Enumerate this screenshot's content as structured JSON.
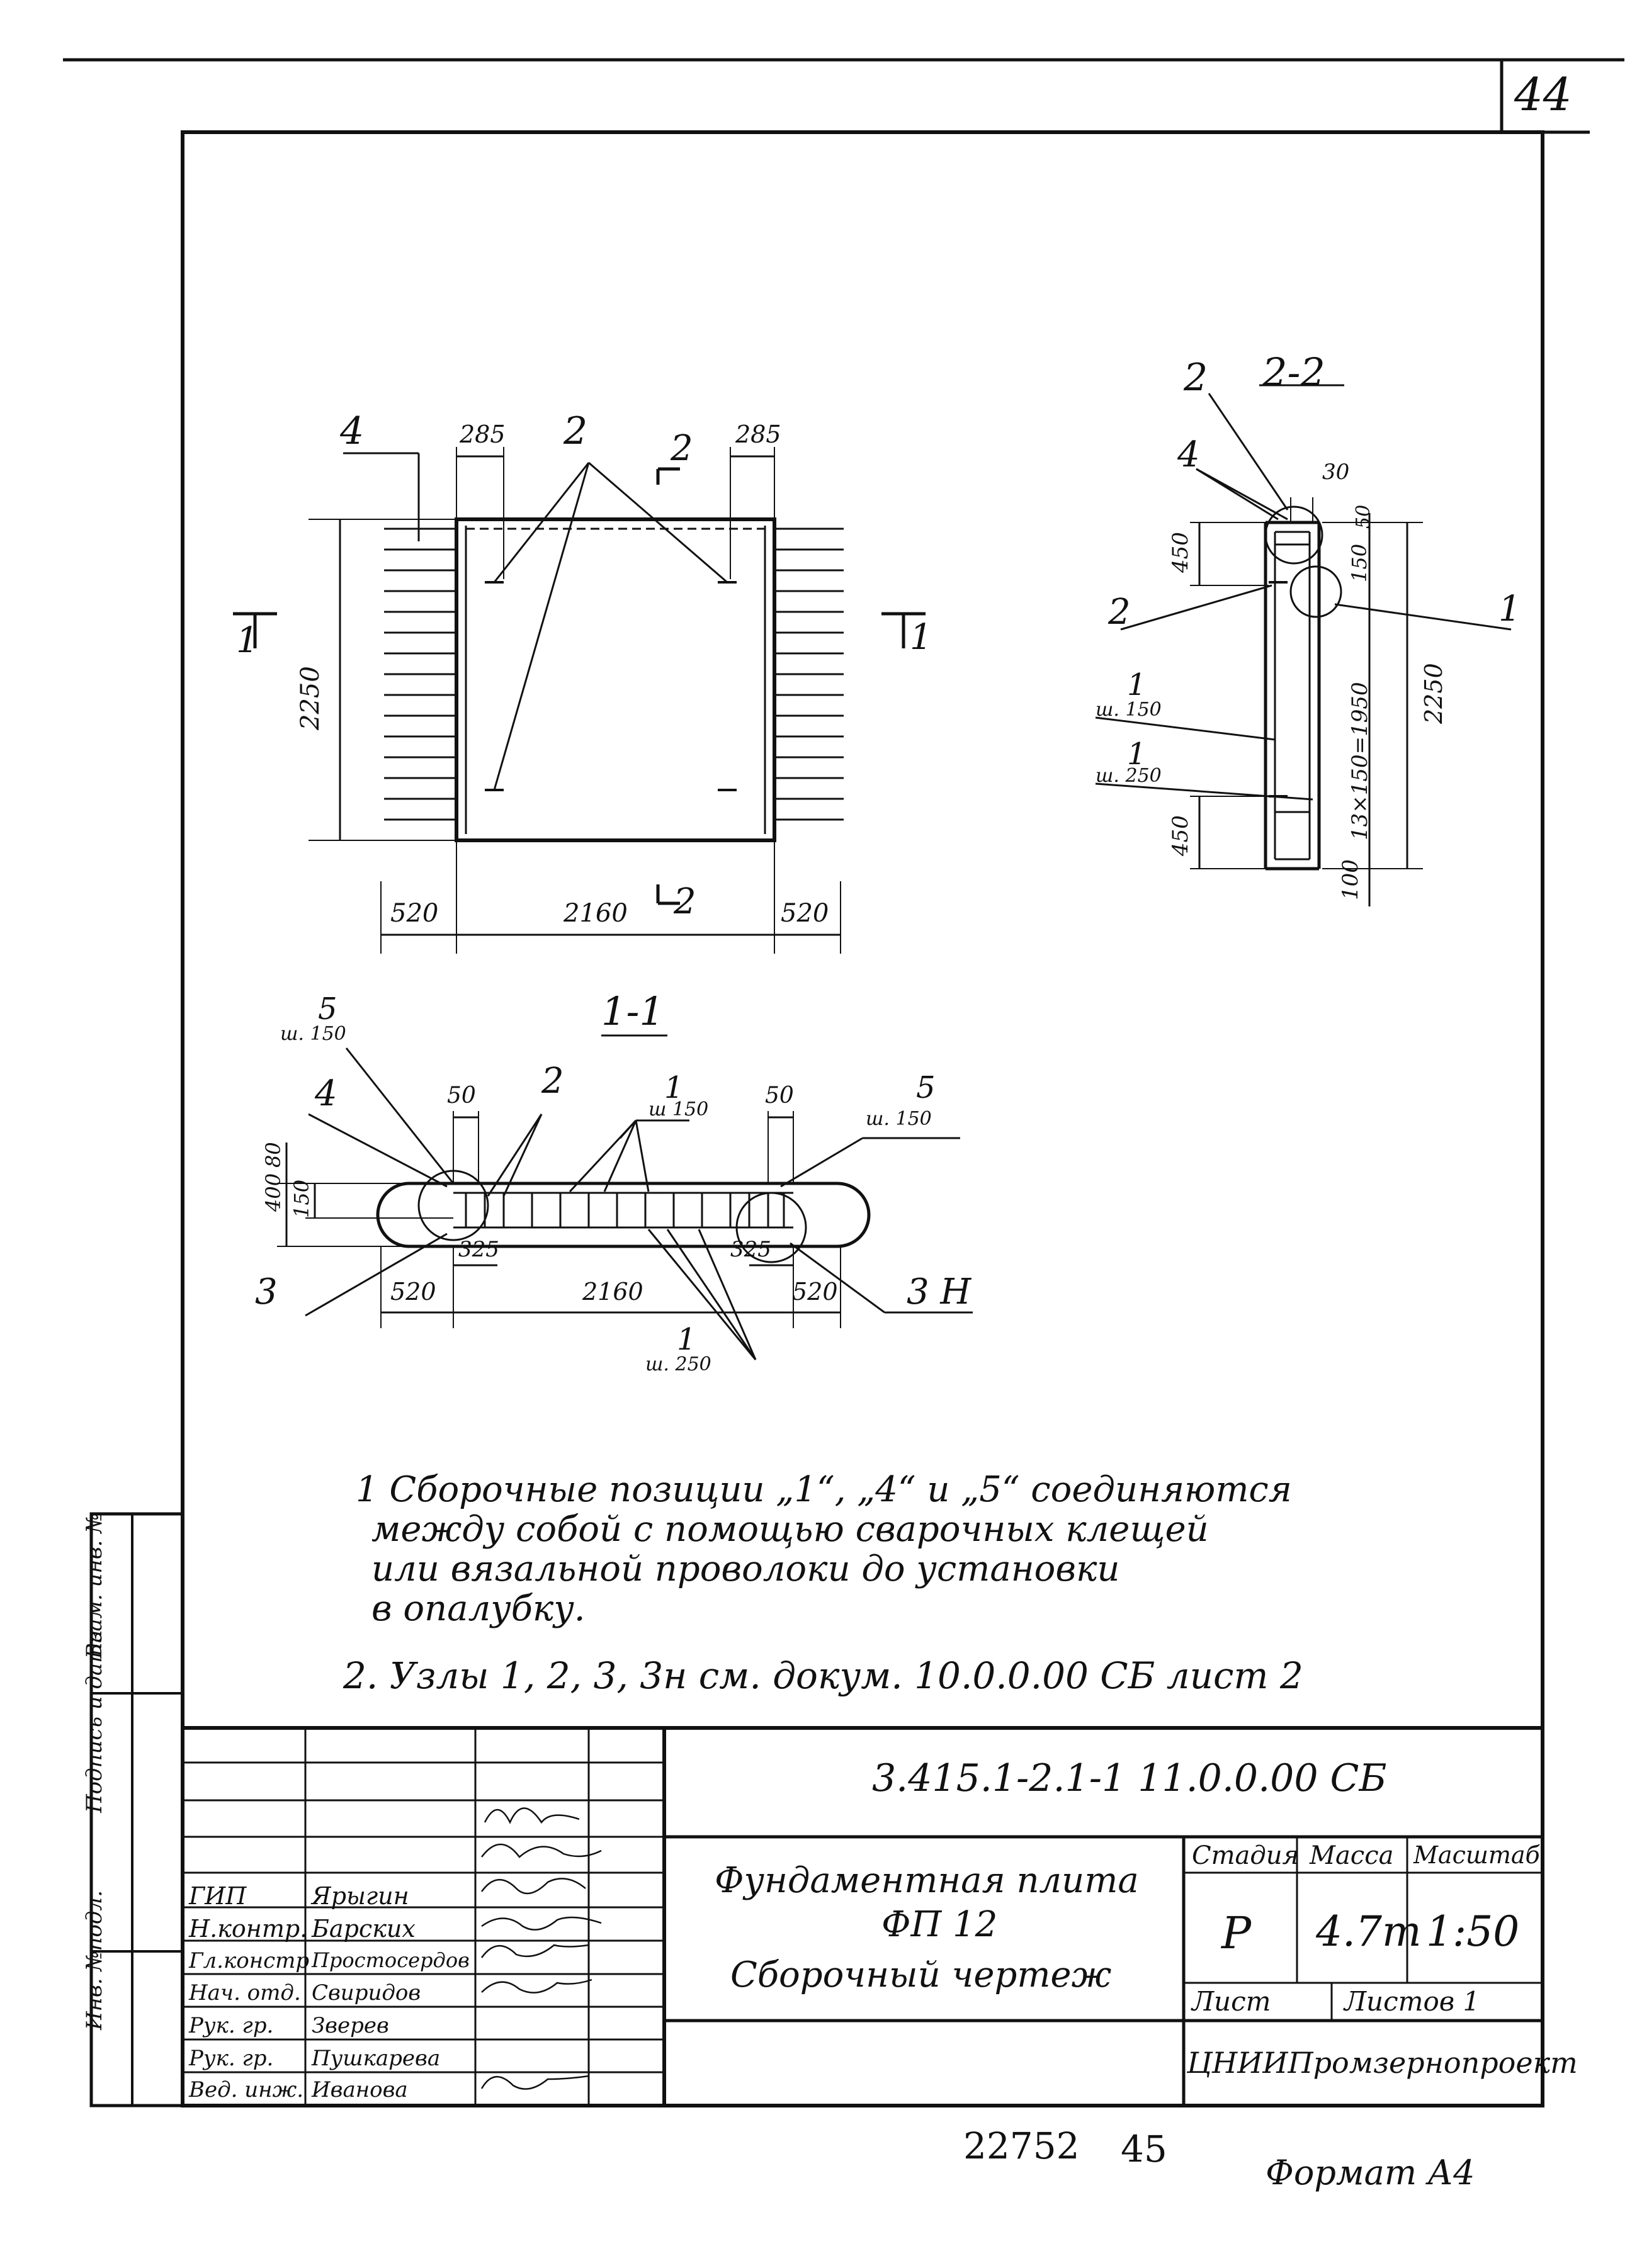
{
  "page_number": "44",
  "bottom": {
    "stamp_number": "22752",
    "sheet_number": "45",
    "format": "Формат А4"
  },
  "side_stamp": {
    "col1": "Инв. №подл.",
    "col2": "Подпись и дата",
    "col3": "Взам. инв. №"
  },
  "plan_view": {
    "labels": {
      "pos4": "4",
      "pos2": "2",
      "section_2": "2",
      "section_1_left": "1",
      "section_1_right": "1",
      "section_2_bottom": "2"
    },
    "dims": {
      "top_left": "285",
      "top_right": "285",
      "height": "2250",
      "bottom_left": "520",
      "bottom_mid": "2160",
      "bottom_right": "520"
    }
  },
  "section_2_2": {
    "title": "2-2",
    "labels": {
      "pos2_top": "2",
      "pos4": "4",
      "pos2_left": "2",
      "pos1_right": "1",
      "pos1_a": "1",
      "pos1_a_sub": "ш. 150",
      "pos1_b": "1",
      "pos1_b_sub": "ш. 250"
    },
    "dims": {
      "d30": "30",
      "d50": "50",
      "d150": "150",
      "d450_top": "450",
      "d450_bottom": "450",
      "d100": "100",
      "spacing": "13×150=1950",
      "height": "2250"
    }
  },
  "section_1_1": {
    "title": "1-1",
    "labels": {
      "pos5_left": "5",
      "pos5_left_sub": "ш. 150",
      "pos4": "4",
      "pos2": "2",
      "pos1_top": "1",
      "pos1_top_sub": "ш 150",
      "pos5_right": "5",
      "pos5_right_sub": "ш. 150",
      "pos3": "3",
      "pos3h": "3 Н",
      "pos1_bottom": "1",
      "pos1_bottom_sub": "ш. 250"
    },
    "dims": {
      "d50_left": "50",
      "d50_right": "50",
      "d400": "400",
      "d80": "80",
      "d150": "150",
      "d325_left": "325",
      "d325_right": "325",
      "d520_left": "520",
      "d2160": "2160",
      "d520_right": "520"
    }
  },
  "notes": {
    "note1_line1": "1 Сборочные   позиции  „1“, „4“ и „5“ соединяются",
    "note1_line2": "между собой   с помощью   сварочных   клещей",
    "note1_line3": "или   вязальной   проволоки  до   установки",
    "note1_line4": "в опалубку.",
    "note2": "2. Узлы 1, 2, 3, 3н см. докум. 10.0.0.00 СБ лист 2"
  },
  "title_block": {
    "doc_code": "3.415.1-2.1-1  11.0.0.00 СБ",
    "title_line1": "Фундаментная   плита",
    "title_line2": "ФП 12",
    "title_line3": "Сборочный     чертеж",
    "headers": {
      "stage": "Стадия",
      "mass": "Масса",
      "scale": "Масштаб"
    },
    "values": {
      "stage": "Р",
      "mass": "4.7т",
      "scale": "1:50"
    },
    "sheet_label": "Лист",
    "sheets_label": "Листов 1",
    "organization": "ЦНИИПромзернопроект",
    "signatories": [
      {
        "role": "ГИП",
        "name": "Ярыгин"
      },
      {
        "role": "Н.контр.",
        "name": "Барских"
      },
      {
        "role": "Гл.констр",
        "name": "Простосердов"
      },
      {
        "role": "Нач. отд.",
        "name": "Свиридов"
      },
      {
        "role": "Рук. гр.",
        "name": "Зверев"
      },
      {
        "role": "Рук. гр.",
        "name": "Пушкарева"
      },
      {
        "role": "Вед. инж.",
        "name": "Иванова"
      }
    ]
  }
}
